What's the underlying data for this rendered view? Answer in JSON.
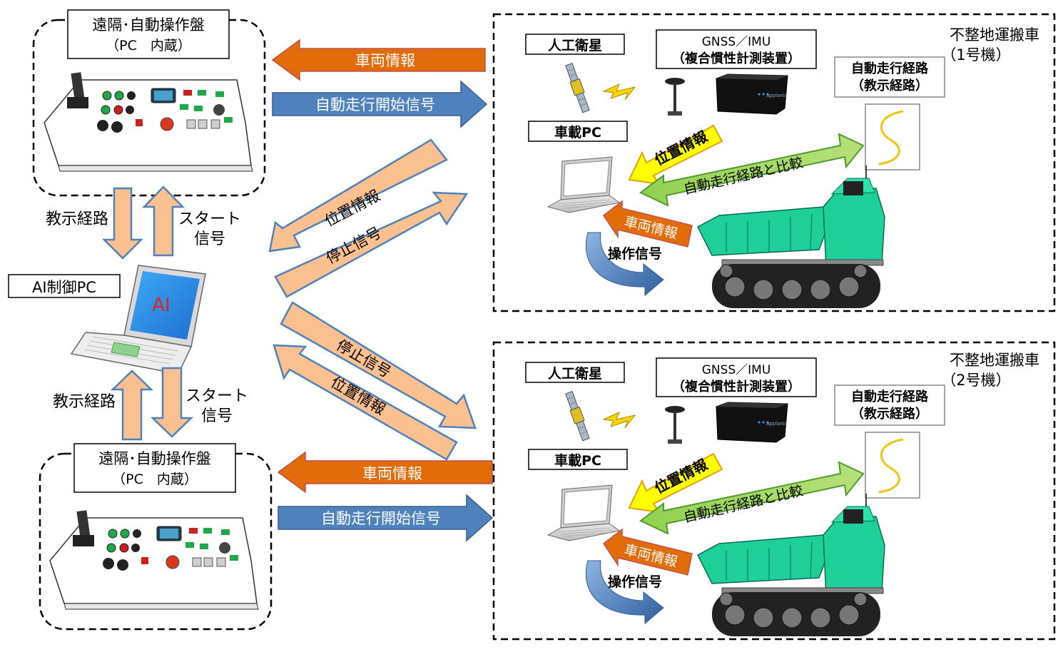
{
  "console_top": {
    "title": "遠隔･自動操作盤",
    "subtitle": "（PC　内蔵）"
  },
  "console_bottom": {
    "title": "遠隔･自動操作盤",
    "subtitle": "（PC　内蔵）"
  },
  "ai_pc": {
    "label": "AI制御PC",
    "screen_text": "AI"
  },
  "left_flows": {
    "top_down_label": "教示経路",
    "top_up_label_1": "スタート",
    "top_up_label_2": "信号",
    "bottom_up_label": "教示経路",
    "bottom_down_label_1": "スタート",
    "bottom_down_label_2": "信号"
  },
  "center_arrows": {
    "top_vehicle_info": "車両情報",
    "top_start_signal": "自動走行開始信号",
    "top_position": "位置情報",
    "top_stop": "停止信号",
    "bottom_stop": "停止信号",
    "bottom_position": "位置情報",
    "bottom_vehicle_info": "車両情報",
    "bottom_start_signal": "自動走行開始信号"
  },
  "vehicle1": {
    "title_1": "不整地運搬車",
    "title_2": "（1号機）",
    "satellite": "人工衛星",
    "gnss_1": "GNSS／IMU",
    "gnss_2": "（複合慣性計測装置）",
    "route_1": "自動走行経路",
    "route_2": "（教示経路）",
    "onboard_pc": "車載PC",
    "position_info": "位置情報",
    "compare": "自動走行経路と比較",
    "vehicle_info": "車両情報",
    "operation": "操作信号",
    "device_brand": "applanix"
  },
  "vehicle2": {
    "title_1": "不整地運搬車",
    "title_2": "（2号機）",
    "satellite": "人工衛星",
    "gnss_1": "GNSS／IMU",
    "gnss_2": "（複合慣性計測装置）",
    "route_1": "自動走行経路",
    "route_2": "（教示経路）",
    "onboard_pc": "車載PC",
    "position_info": "位置情報",
    "compare": "自動走行経路と比較",
    "vehicle_info": "車両情報",
    "operation": "操作信号",
    "device_brand": "applanix"
  },
  "colors": {
    "orange": "#e36c0a",
    "blue": "#4f81bd",
    "peach": "#fac090",
    "yellow": "#ffff00",
    "green": "#92d050",
    "truck": "#1fcf9a"
  }
}
